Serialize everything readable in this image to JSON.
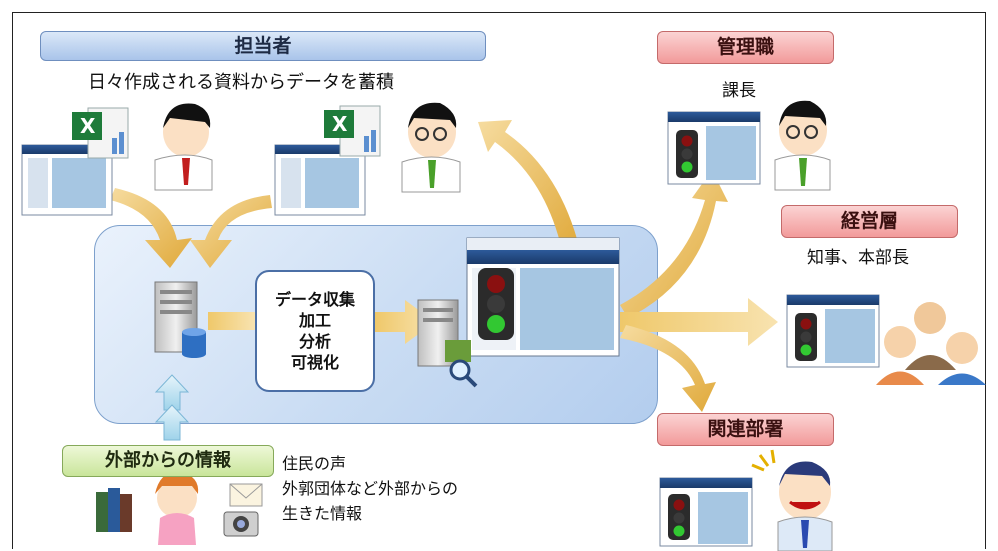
{
  "diagram": {
    "tanto": {
      "label": "担当者",
      "subtitle": "日々作成される資料からデータを蓄積"
    },
    "process": {
      "lines": [
        "データ収集",
        "加工",
        "分析",
        "可視化"
      ]
    },
    "gaibu": {
      "label": "外部からの情報",
      "note_lines": [
        "住民の声",
        "外郭団体など外部からの",
        "生きた情報"
      ]
    },
    "kanri": {
      "label": "管理職",
      "subtitle": "課長"
    },
    "keiei": {
      "label": "経営層",
      "subtitle": "知事、本部長"
    },
    "kanren": {
      "label": "関連部署"
    }
  },
  "icons": [
    "excel-file-icon",
    "person-icon",
    "server-icon",
    "database-icon",
    "traffic-light-icon",
    "dashboard-screenshot",
    "books-icon",
    "mail-icon",
    "camera-icon",
    "magnifier-icon"
  ],
  "colors": {
    "blue_panel": "#c9dcf3",
    "arrow_gold": "#e8b84a",
    "label_red": "#f29a9a",
    "label_blue": "#a9c4ea",
    "label_green": "#c9e59a"
  }
}
